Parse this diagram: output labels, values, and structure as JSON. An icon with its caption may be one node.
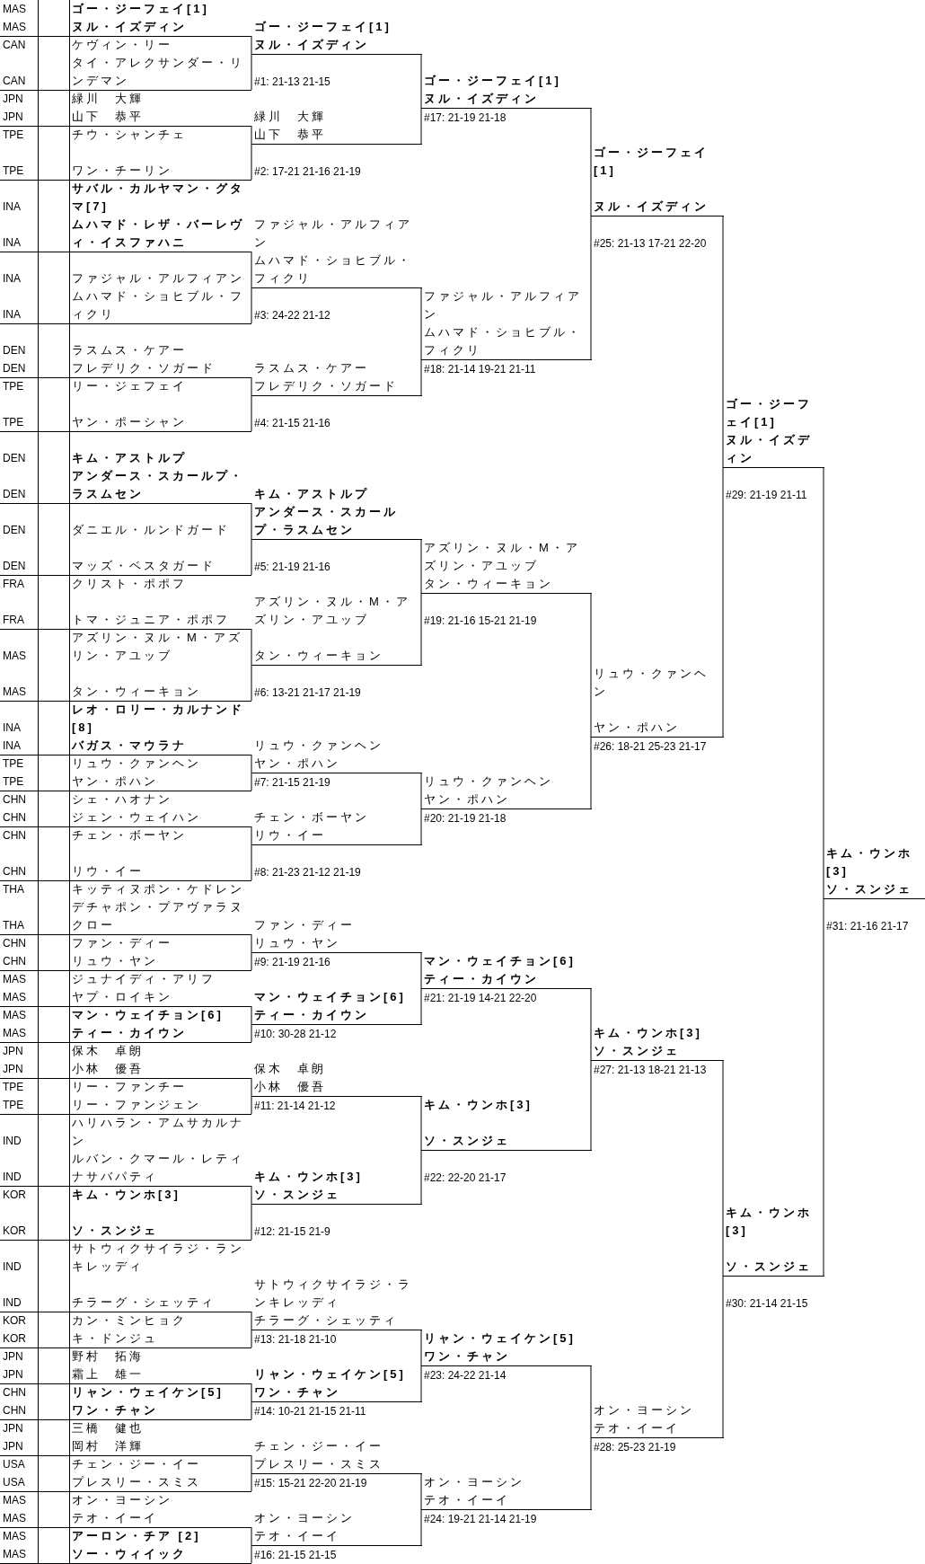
{
  "diagram": {
    "nodes": [
      {
        "text": [
          "ゴー・ジーフェイ[1]",
          "ヌル・イズディン"
        ],
        "beside": [
          "MAS",
          "MAS"
        ]
      },
      {
        "text": [
          "ケヴィン・リー",
          "タイ・アレクサンダー・リンデマン"
        ],
        "beside": [
          "CAN",
          "CAN"
        ]
      },
      {
        "text": [
          "緑川　大輝",
          "山下　恭平"
        ],
        "beside": [
          "JPN",
          "JPN"
        ]
      },
      {
        "text": [
          "チウ・シャンチェ",
          "ワン・チーリン"
        ],
        "beside": [
          "TPE",
          "TPE"
        ]
      },
      {
        "text": [
          "サバル・カルヤマン・グタマ[7]",
          "ムハマド・レザ・バーレヴィ・イスファハニ"
        ],
        "beside": [
          "INA",
          "INA"
        ]
      },
      {
        "text": [
          "ファジャル・アルフィアン",
          "ムハマド・ショヒブル・フィクリ"
        ],
        "beside": [
          "INA",
          "INA"
        ]
      },
      {
        "text": [
          "ラスムス・ケアー",
          "フレデリク・ソガード"
        ],
        "beside": [
          "DEN",
          "DEN"
        ]
      },
      {
        "text": [
          "リー・ジェフェイ",
          "ヤン・ポーシャン"
        ],
        "beside": [
          "TPE",
          "TPE"
        ]
      },
      {
        "text": [
          "キム・アストルプ",
          "アンダース・スカールプ・ラスムセン"
        ],
        "beside": [
          "DEN",
          "DEN"
        ]
      },
      {
        "text": [
          "ダニエル・ルンドガード",
          "マッズ・ベスタガード"
        ],
        "beside": [
          "DEN",
          "DEN"
        ]
      },
      {
        "text": [
          "クリスト・ポポフ",
          "トマ・ジュニア・ポポフ"
        ],
        "beside": [
          "FRA",
          "FRA"
        ]
      },
      {
        "text": [
          "アズリン・ヌル・M・アズリン・アユッブ",
          "タン・ウィーキョン"
        ],
        "beside": [
          "MAS",
          "MAS"
        ]
      },
      {
        "text": [
          "レオ・ロリー・カルナンド[8]",
          "バガス・マウラナ"
        ],
        "beside": [
          "INA",
          "INA"
        ]
      },
      {
        "text": [
          "リュウ・クァンヘン",
          "ヤン・ポハン"
        ],
        "beside": [
          "TPE",
          "TPE"
        ]
      },
      {
        "text": [
          "シェ・ハオナン",
          "ジェン・ウェイハン"
        ],
        "beside": [
          "CHN",
          "CHN"
        ]
      },
      {
        "text": [
          "チェン・ボーヤン",
          "リウ・イー"
        ],
        "beside": [
          "CHN",
          "CHN"
        ]
      },
      {
        "text": [
          "キッティヌポン・ケドレン",
          "デチャポン・プアヴァラヌクロー"
        ],
        "beside": [
          "THA",
          "THA"
        ]
      },
      {
        "text": [
          "ファン・ディー",
          "リュウ・ヤン"
        ],
        "beside": [
          "CHN",
          "CHN"
        ]
      },
      {
        "text": [
          "ジュナイディ・アリフ",
          "ヤプ・ロイキン"
        ],
        "beside": [
          "MAS",
          "MAS"
        ]
      },
      {
        "text": [
          "マン・ウェイチョン[6]",
          "ティー・カイウン"
        ],
        "beside": [
          "MAS",
          "MAS"
        ]
      },
      {
        "text": [
          "保木　卓朗",
          "小林　優吾"
        ],
        "beside": [
          "JPN",
          "JPN"
        ]
      },
      {
        "text": [
          "リー・ファンチー",
          "リー・ファンジェン"
        ],
        "beside": [
          "TPE",
          "TPE"
        ]
      },
      {
        "text": [
          "ハリハラン・アムサカルナン",
          "ルバン・クマール・レティナサバパティ"
        ],
        "beside": [
          "IND",
          "IND"
        ]
      },
      {
        "text": [
          "キム・ウンホ[3]",
          "ソ・スンジェ"
        ],
        "beside": [
          "KOR",
          "KOR"
        ]
      },
      {
        "text": [
          "サトウィクサイラジ・ランキレッディ",
          "チラーグ・シェッティ"
        ],
        "beside": [
          "IND",
          "IND"
        ]
      },
      {
        "text": [
          "カン・ミンヒョク",
          "キ・ドンジュ"
        ],
        "beside": [
          "KOR",
          "KOR"
        ]
      },
      {
        "text": [
          "野村　拓海",
          "霜上　雄一"
        ],
        "beside": [
          "JPN",
          "JPN"
        ]
      },
      {
        "text": [
          "リャン・ウェイケン[5]",
          "ワン・チャン"
        ],
        "beside": [
          "CHN",
          "CHN"
        ]
      },
      {
        "text": [
          "三橋　健也",
          "岡村　洋輝"
        ],
        "beside": [
          "JPN",
          "JPN"
        ]
      },
      {
        "text": [
          "チェン・ジー・イー",
          "プレスリー・スミス"
        ],
        "beside": [
          "USA",
          "USA"
        ]
      },
      {
        "text": [
          "オン・ヨーシン",
          "テオ・イーイ"
        ],
        "beside": [
          "MAS",
          "MAS"
        ]
      },
      {
        "text": [
          "アーロン・チア [2]",
          "ソー・ウィイック"
        ],
        "beside": [
          "MAS",
          "MAS"
        ]
      },
      {
        "text": [
          "ゴー・ジーフェイ[1]",
          "ヌル・イズディン"
        ]
      },
      {
        "text": [
          "緑川　大輝",
          "山下　恭平"
        ]
      },
      {
        "text": [
          "ファジャル・アルフィアン",
          "ムハマド・ショヒブル・フィクリ"
        ]
      },
      {
        "text": [
          "ラスムス・ケアー",
          "フレデリク・ソガード"
        ]
      },
      {
        "text": [
          "キム・アストルプ",
          "アンダース・スカールプ・ラスムセン"
        ]
      },
      {
        "text": [
          "アズリン・ヌル・M・アズリン・アユッブ",
          "タン・ウィーキョン"
        ]
      },
      {
        "text": [
          "リュウ・クァンヘン",
          "ヤン・ポハン"
        ]
      },
      {
        "text": [
          "チェン・ボーヤン",
          "リウ・イー"
        ]
      },
      {
        "text": [
          "ファン・ディー",
          "リュウ・ヤン"
        ]
      },
      {
        "text": [
          "マン・ウェイチョン[6]",
          "ティー・カイウン"
        ]
      },
      {
        "text": [
          "保木　卓朗",
          "小林　優吾"
        ]
      },
      {
        "text": [
          "キム・ウンホ[3]",
          "ソ・スンジェ"
        ]
      },
      {
        "text": [
          "サトウィクサイラジ・ランキレッディ",
          "チラーグ・シェッティ"
        ]
      },
      {
        "text": [
          "リャン・ウェイケン[5]",
          "ワン・チャン"
        ]
      },
      {
        "text": [
          "チェン・ジー・イー",
          "プレスリー・スミス"
        ]
      },
      {
        "text": [
          "オン・ヨーシン",
          "テオ・イーイ"
        ]
      },
      {
        "text": [
          "ゴー・ジーフェイ[1]",
          "ヌル・イズディン"
        ]
      },
      {
        "text": [
          "ファジャル・アルフィアン",
          "ムハマド・ショヒブル・フィクリ"
        ]
      },
      {
        "text": [
          "アズリン・ヌル・M・アズリン・アユッブ",
          "タン・ウィーキョン"
        ]
      },
      {
        "text": [
          "リュウ・クァンヘン",
          "ヤン・ポハン"
        ]
      },
      {
        "text": [
          "マン・ウェイチョン[6]",
          "ティー・カイウン"
        ]
      },
      {
        "text": [
          "キム・ウンホ[3]",
          "ソ・スンジェ"
        ]
      },
      {
        "text": [
          "リャン・ウェイケン[5]",
          "ワン・チャン"
        ]
      },
      {
        "text": [
          "オン・ヨーシン",
          "テオ・イーイ"
        ]
      },
      {
        "text": [
          "ゴー・ジーフェイ[1]",
          "ヌル・イズディン"
        ]
      },
      {
        "text": [
          "リュウ・クァンヘン",
          "ヤン・ポハン"
        ]
      },
      {
        "text": [
          "キム・ウンホ[3]",
          "ソ・スンジェ"
        ]
      },
      {
        "text": [
          "オン・ヨーシン",
          "テオ・イーイ"
        ]
      },
      {
        "text": [
          "ゴー・ジーフェイ[1]",
          "ヌル・イズディン"
        ]
      },
      {
        "text": [
          "キム・ウンホ[3]",
          "ソ・スンジェ"
        ]
      },
      {
        "text": [
          "キム・ウンホ[3]",
          "ソ・スンジェ"
        ]
      }
    ],
    "edges": [
      {
        "from": 0,
        "to": 32,
        "arrow": "none"
      },
      {
        "from": 1,
        "to": 32,
        "arrow": "none"
      },
      {
        "from": 2,
        "to": 33,
        "arrow": "none"
      },
      {
        "from": 3,
        "to": 33,
        "arrow": "none"
      },
      {
        "from": 4,
        "to": 34,
        "arrow": "none"
      },
      {
        "from": 5,
        "to": 34,
        "arrow": "none"
      },
      {
        "from": 6,
        "to": 35,
        "arrow": "none"
      },
      {
        "from": 7,
        "to": 35,
        "arrow": "none"
      },
      {
        "from": 8,
        "to": 36,
        "arrow": "none"
      },
      {
        "from": 9,
        "to": 36,
        "arrow": "none"
      },
      {
        "from": 10,
        "to": 37,
        "arrow": "none"
      },
      {
        "from": 11,
        "to": 37,
        "arrow": "none"
      },
      {
        "from": 12,
        "to": 38,
        "arrow": "none"
      },
      {
        "from": 13,
        "to": 38,
        "arrow": "none"
      },
      {
        "from": 14,
        "to": 39,
        "arrow": "none"
      },
      {
        "from": 15,
        "to": 39,
        "arrow": "none"
      },
      {
        "from": 16,
        "to": 40,
        "arrow": "none"
      },
      {
        "from": 17,
        "to": 40,
        "arrow": "none"
      },
      {
        "from": 18,
        "to": 41,
        "arrow": "none"
      },
      {
        "from": 19,
        "to": 41,
        "arrow": "none"
      },
      {
        "from": 20,
        "to": 42,
        "arrow": "none"
      },
      {
        "from": 21,
        "to": 42,
        "arrow": "none"
      },
      {
        "from": 22,
        "to": 43,
        "arrow": "none"
      },
      {
        "from": 23,
        "to": 43,
        "arrow": "none"
      },
      {
        "from": 24,
        "to": 44,
        "arrow": "none"
      },
      {
        "from": 25,
        "to": 44,
        "arrow": "none"
      },
      {
        "from": 26,
        "to": 45,
        "arrow": "none"
      },
      {
        "from": 27,
        "to": 45,
        "arrow": "none"
      },
      {
        "from": 28,
        "to": 46,
        "arrow": "none"
      },
      {
        "from": 29,
        "to": 46,
        "arrow": "none"
      },
      {
        "from": 30,
        "to": 47,
        "arrow": "none"
      },
      {
        "from": 31,
        "to": 47,
        "arrow": "none"
      },
      {
        "from": 32,
        "to": 48,
        "arrow": "none"
      },
      {
        "from": 33,
        "to": 48,
        "arrow": "none"
      },
      {
        "from": 34,
        "to": 49,
        "arrow": "none"
      },
      {
        "from": 35,
        "to": 49,
        "arrow": "none"
      },
      {
        "from": 36,
        "to": 50,
        "arrow": "none"
      },
      {
        "from": 37,
        "to": 50,
        "arrow": "none"
      },
      {
        "from": 38,
        "to": 51,
        "arrow": "none"
      },
      {
        "from": 39,
        "to": 51,
        "arrow": "none"
      },
      {
        "from": 40,
        "to": 52,
        "arrow": "none"
      },
      {
        "from": 41,
        "to": 52,
        "arrow": "none"
      },
      {
        "from": 42,
        "to": 53,
        "arrow": "none"
      },
      {
        "from": 43,
        "to": 53,
        "arrow": "none"
      },
      {
        "from": 44,
        "to": 54,
        "arrow": "none"
      },
      {
        "from": 45,
        "to": 54,
        "arrow": "none"
      },
      {
        "from": 46,
        "to": 55,
        "arrow": "none"
      },
      {
        "from": 47,
        "to": 55,
        "arrow": "none"
      },
      {
        "from": 48,
        "to": 56,
        "arrow": "none"
      },
      {
        "from": 49,
        "to": 56,
        "arrow": "none"
      },
      {
        "from": 50,
        "to": 57,
        "arrow": "none"
      },
      {
        "from": 51,
        "to": 57,
        "arrow": "none"
      },
      {
        "from": 52,
        "to": 58,
        "arrow": "none"
      },
      {
        "from": 53,
        "to": 58,
        "arrow": "none"
      },
      {
        "from": 54,
        "to": 59,
        "arrow": "none"
      },
      {
        "from": 55,
        "to": 59,
        "arrow": "none"
      },
      {
        "from": 56,
        "to": 60,
        "arrow": "none"
      },
      {
        "from": 57,
        "to": 60,
        "arrow": "none"
      },
      {
        "from": 58,
        "to": 61,
        "arrow": "none"
      },
      {
        "from": 59,
        "to": 61,
        "arrow": "none"
      },
      {
        "from": 60,
        "to": 62,
        "arrow": "none"
      },
      {
        "from": 61,
        "to": 62,
        "arrow": "none"
      }
    ],
    "labels": [
      "#1: 21-13 21-15",
      "#2: 17-21 21-16 21-19",
      "#3: 24-22 21-12",
      "#4: 21-15 21-16",
      "#5: 21-19 21-16",
      "#6: 13-21 21-17 21-19",
      "#7: 21-15 21-19",
      "#8: 21-23 21-12 21-19",
      "#9: 21-19 21-16",
      "#10: 30-28 21-12",
      "#11: 21-14 21-12",
      "#12: 21-15 21-9",
      "#13: 21-18 21-10",
      "#14: 10-21 21-15 21-11",
      "#15: 15-21 22-20 21-19",
      "#16: 21-15 21-15",
      "#17: 21-19 21-18",
      "#18: 21-14 19-21 21-11",
      "#19: 21-16 15-21 21-19",
      "#20: 21-19 21-18",
      "#21: 21-19 14-21 22-20",
      "#22: 22-20 21-17",
      "#23: 24-22 21-14",
      "#24: 19-21 21-14 21-19",
      "#25: 21-13 17-21 22-20",
      "#26: 18-21 25-23 21-17",
      "#27: 21-13 18-21 21-13",
      "#28: 25-23 21-19",
      "#29: 21-19 21-11",
      "#30: 21-14 21-15",
      "#31: 21-16 21-17"
    ]
  }
}
